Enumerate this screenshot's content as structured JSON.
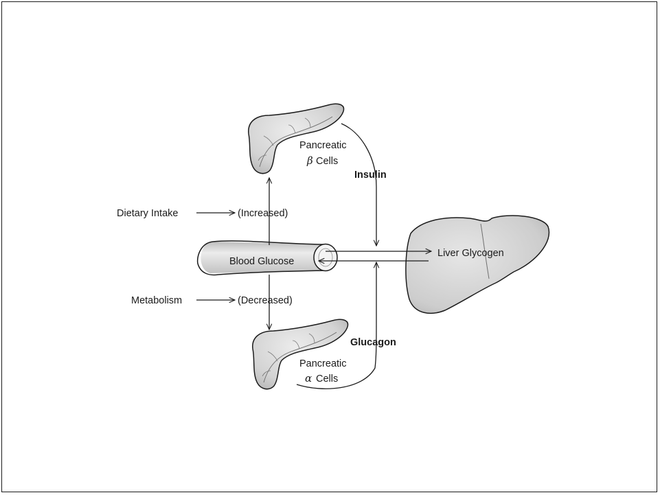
{
  "labels": {
    "dietary_intake": "Dietary Intake",
    "increased": "(Increased)",
    "metabolism": "Metabolism",
    "decreased": "(Decreased)",
    "blood_glucose": "Blood Glucose",
    "liver_glycogen": "Liver Glycogen",
    "insulin": "Insulin",
    "glucagon": "Glucagon",
    "beta_cells_line1": "Pancreatic",
    "beta_symbol": "β",
    "beta_cells_rest": "Cells",
    "alpha_cells_line1": "Pancreatic",
    "alpha_symbol": "α",
    "alpha_cells_rest": "Cells"
  },
  "style": {
    "ink": "#1b1b1b",
    "organ_fill": "#d6d6d6",
    "liver_fill": "#cfcfcf"
  }
}
